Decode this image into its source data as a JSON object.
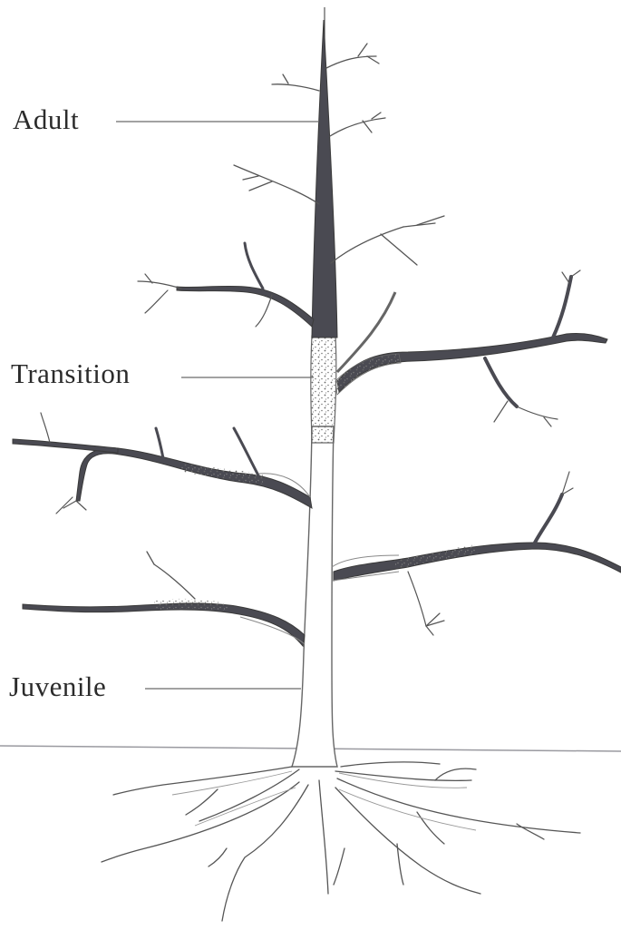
{
  "labels": {
    "adult": "Adult",
    "transition": "Transition",
    "juvenile": "Juvenile"
  },
  "colors": {
    "adult_zone": "#4a4a52",
    "outline": "#555555",
    "leader_line": "#6a6a6a",
    "ground_line": "#9a9aa0"
  }
}
